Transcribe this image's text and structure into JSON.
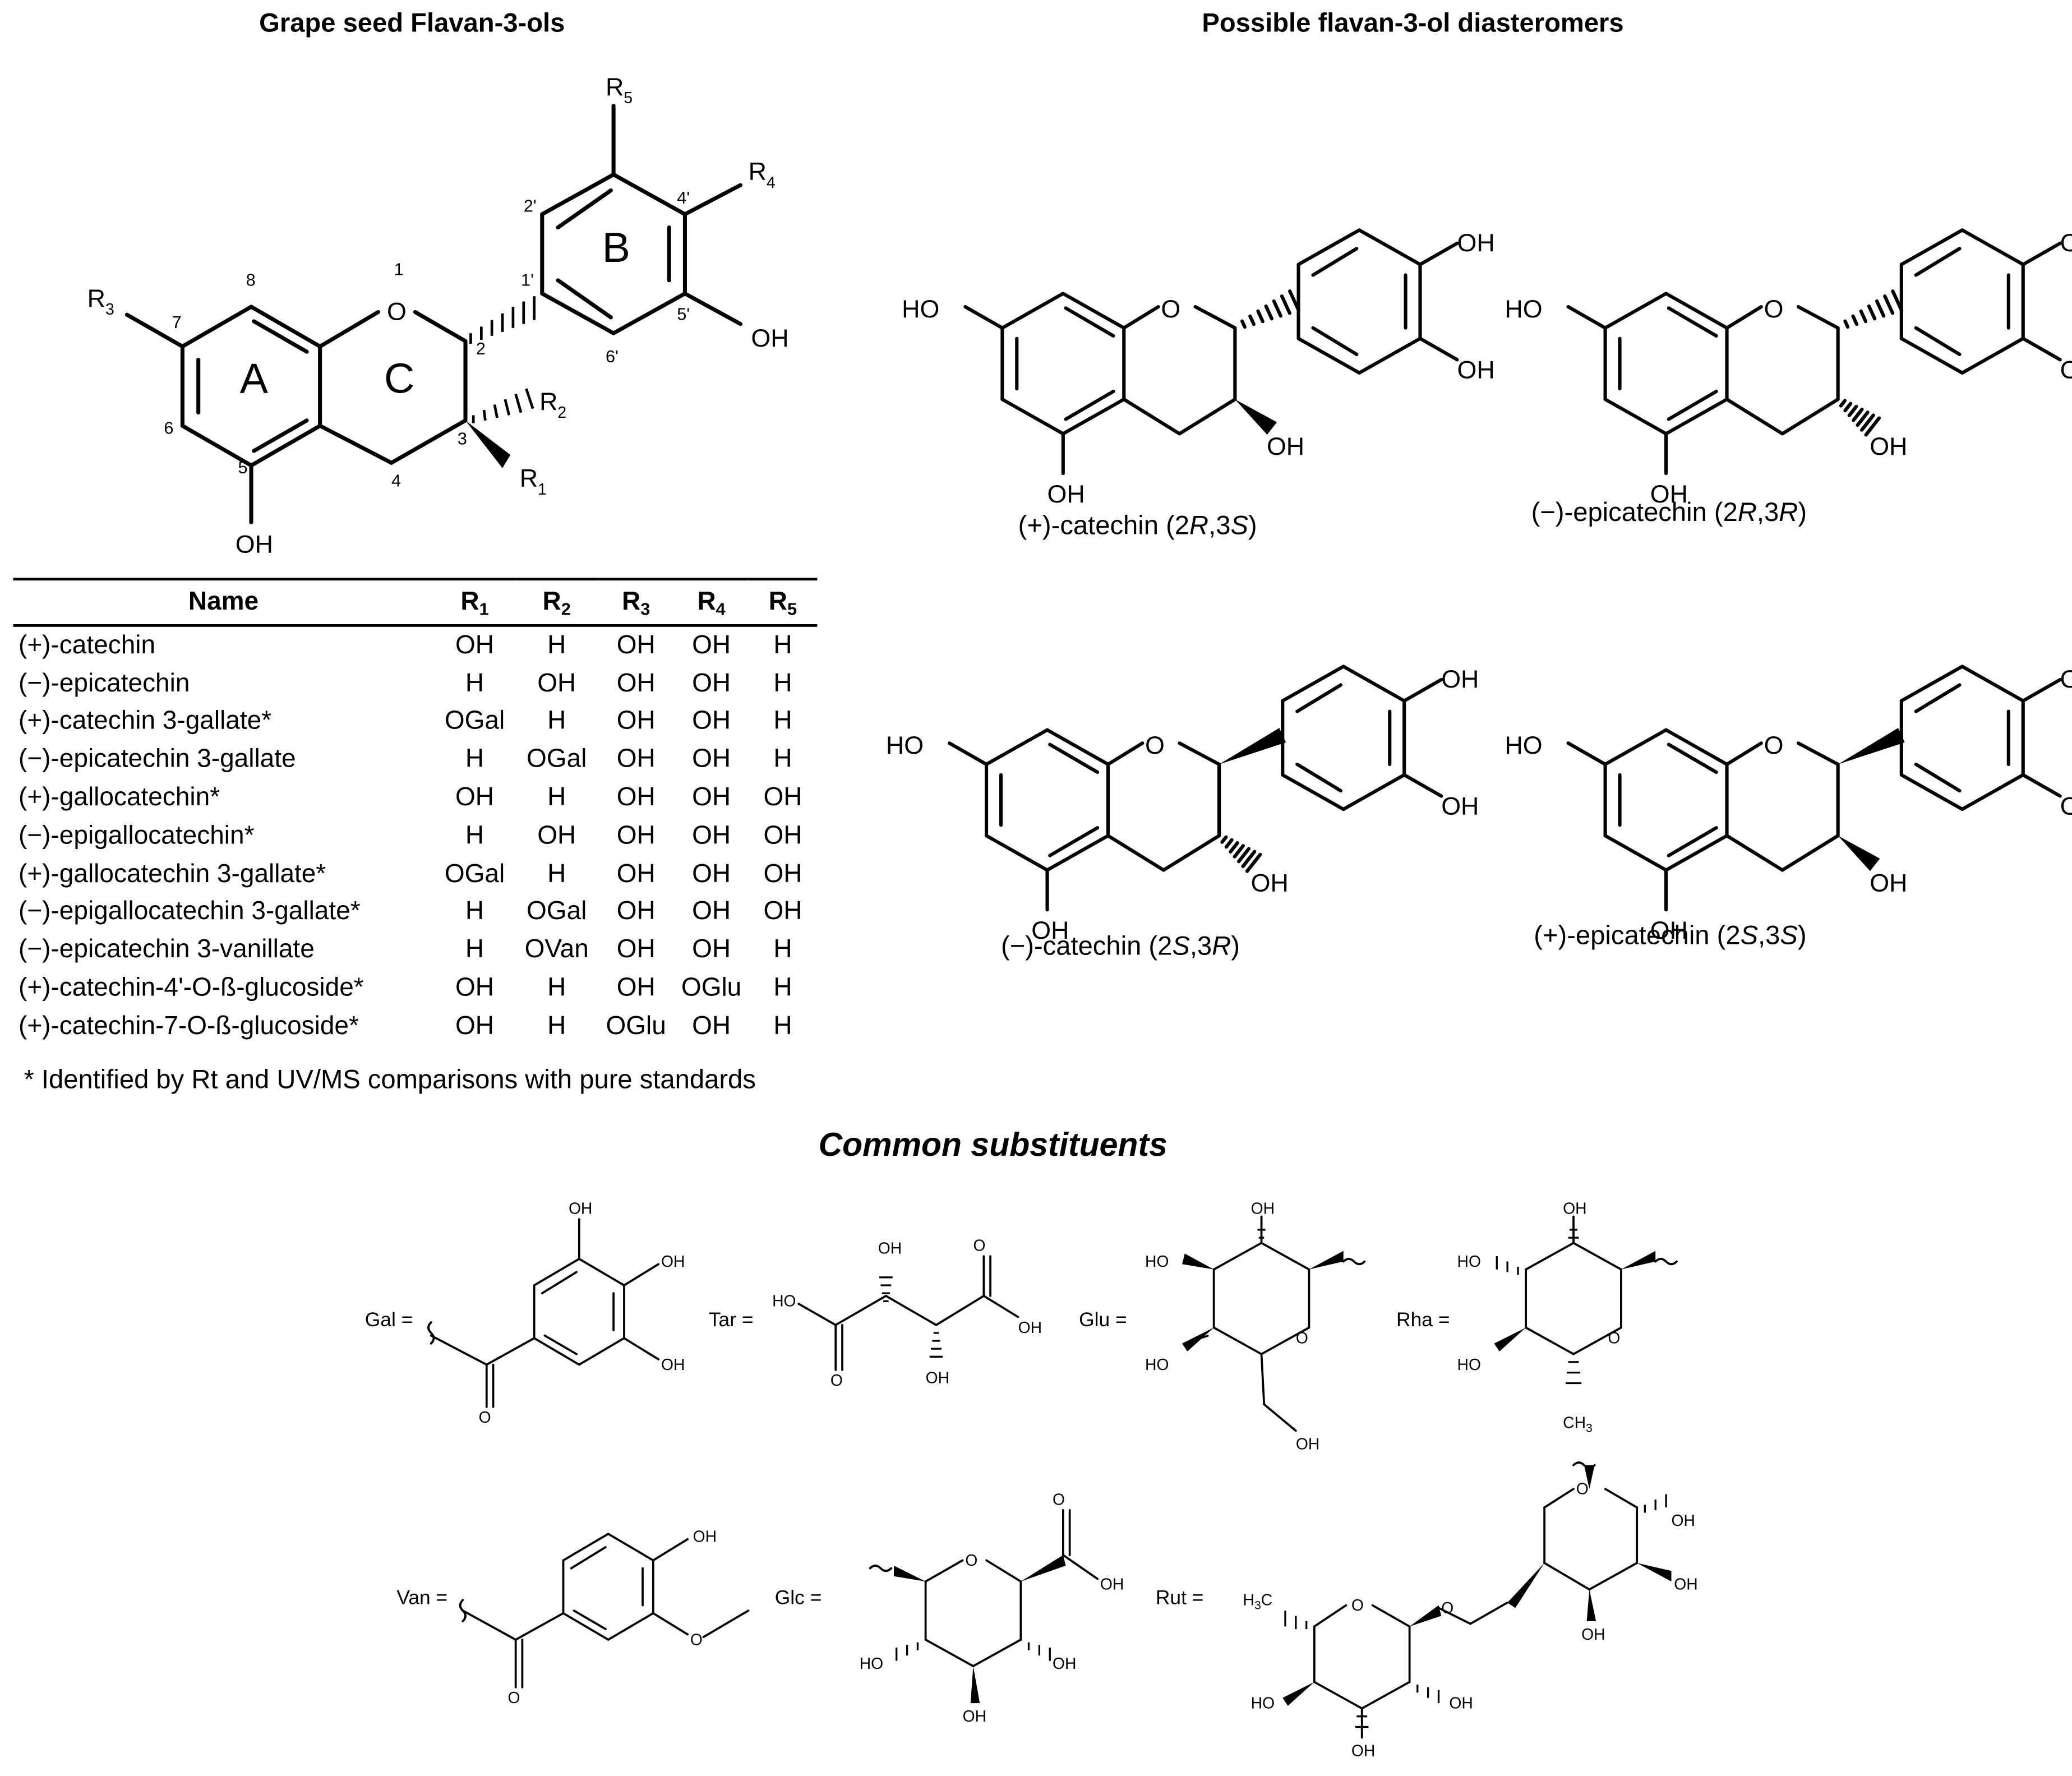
{
  "left": {
    "title": "Grape seed Flavan-3-ols",
    "ring_labels": [
      "A",
      "B",
      "C"
    ],
    "substituents": [
      "R1",
      "R2",
      "R3",
      "R4",
      "R5",
      "OH",
      "OH"
    ],
    "positions": [
      "1",
      "2",
      "3",
      "4",
      "5",
      "6",
      "7",
      "8",
      "1'",
      "2'",
      "4'",
      "5'",
      "6'"
    ]
  },
  "table": {
    "headers": [
      "Name",
      "R",
      "R",
      "R",
      "R",
      "R"
    ],
    "header_subscripts": [
      "1",
      "2",
      "3",
      "4",
      "5"
    ],
    "rows": [
      [
        "(+)-catechin",
        "OH",
        "H",
        "OH",
        "OH",
        "H"
      ],
      [
        "(−)-epicatechin",
        "H",
        "OH",
        "OH",
        "OH",
        "H"
      ],
      [
        "(+)-catechin 3-gallate*",
        "OGal",
        "H",
        "OH",
        "OH",
        "H"
      ],
      [
        "(−)-epicatechin 3-gallate",
        "H",
        "OGal",
        "OH",
        "OH",
        "H"
      ],
      [
        "(+)-gallocatechin*",
        "OH",
        "H",
        "OH",
        "OH",
        "OH"
      ],
      [
        "(−)-epigallocatechin*",
        "H",
        "OH",
        "OH",
        "OH",
        "OH"
      ],
      [
        "(+)-gallocatechin 3-gallate*",
        "OGal",
        "H",
        "OH",
        "OH",
        "OH"
      ],
      [
        "(−)-epigallocatechin 3-gallate*",
        "H",
        "OGal",
        "OH",
        "OH",
        "OH"
      ],
      [
        "(−)-epicatechin 3-vanillate",
        "H",
        "OVan",
        "OH",
        "OH",
        "H"
      ],
      [
        "(+)-catechin-4'-O-ß-glucoside*",
        "OH",
        "H",
        "OH",
        "OGlu",
        "H"
      ],
      [
        "(+)-catechin-7-O-ß-glucoside*",
        "OH",
        "H",
        "OGlu",
        "OH",
        "H"
      ]
    ]
  },
  "footnote": "* Identified by Rt and UV/MS comparisons with pure standards",
  "right": {
    "title": "Possible flavan-3-ol diasteromers",
    "captions": [
      [
        "(+)-catechin (2",
        "R",
        ",3",
        "S",
        ")"
      ],
      [
        "(−)-epicatechin (2",
        "R",
        ",3",
        "R",
        ")"
      ],
      [
        "(−)-catechin (2",
        "S",
        ",3",
        "R",
        ")"
      ],
      [
        "(+)-epicatechin (2",
        "S",
        ",3",
        "S",
        ")"
      ]
    ],
    "atom_labels": [
      "HO",
      "O",
      "OH",
      "OH",
      "OH",
      "OH"
    ]
  },
  "substituents_section": {
    "title": "Common substituents",
    "labels": [
      "Gal =",
      "Tar =",
      "Glu =",
      "Rha =",
      "Van =",
      "Glc =",
      "Rut ="
    ],
    "atom_labels": [
      "OH",
      "HO",
      "O",
      "H3C",
      "CH3"
    ]
  }
}
